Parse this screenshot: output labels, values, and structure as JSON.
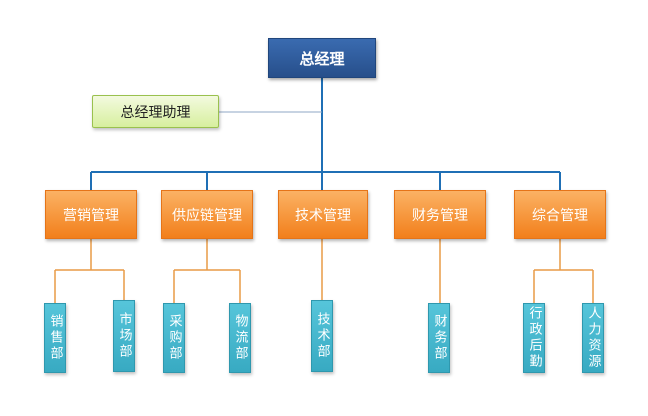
{
  "colors": {
    "ceo": "#274f8b",
    "assistant": "#d7ef9e",
    "department": "#f27f1b",
    "unit": "#38aac2",
    "connector_blue": "#1f6fb5",
    "connector_orange": "#e89a46"
  },
  "ceo": {
    "label": "总经理"
  },
  "assistant": {
    "label": "总经理助理"
  },
  "departments": [
    {
      "label": "营销管理",
      "units": [
        "销售部",
        "市场部"
      ]
    },
    {
      "label": "供应链管理",
      "units": [
        "采购部",
        "物流部"
      ]
    },
    {
      "label": "技术管理",
      "units": [
        "技术部"
      ]
    },
    {
      "label": "财务管理",
      "units": [
        "财务部"
      ]
    },
    {
      "label": "综合管理",
      "units": [
        "行政后勤",
        "人力资源"
      ]
    }
  ]
}
